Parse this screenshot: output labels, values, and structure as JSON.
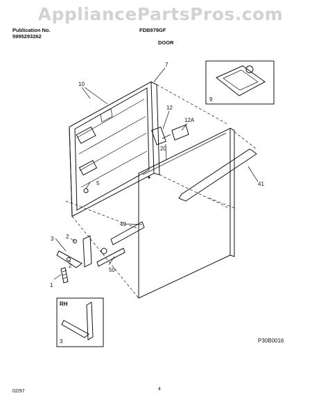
{
  "watermark": "AppliancePartsPros.com",
  "header": {
    "publication_label": "Publication No.",
    "publication_number": "5995293262",
    "model": "FDB979GF",
    "section": "DOOR"
  },
  "callouts": {
    "c10": "10",
    "c7": "7",
    "c9": "9",
    "c12": "12",
    "c12a": "12A",
    "c20": "20",
    "c5": "5",
    "c41": "41",
    "c49": "49",
    "c3": "3",
    "c2a": "2",
    "c2b": "2",
    "c50": "50",
    "c1": "1",
    "inset_rh": "RH",
    "inset_3": "3"
  },
  "drawing_code": "P30B0016",
  "footer": {
    "date": "02/97",
    "page": "4"
  }
}
